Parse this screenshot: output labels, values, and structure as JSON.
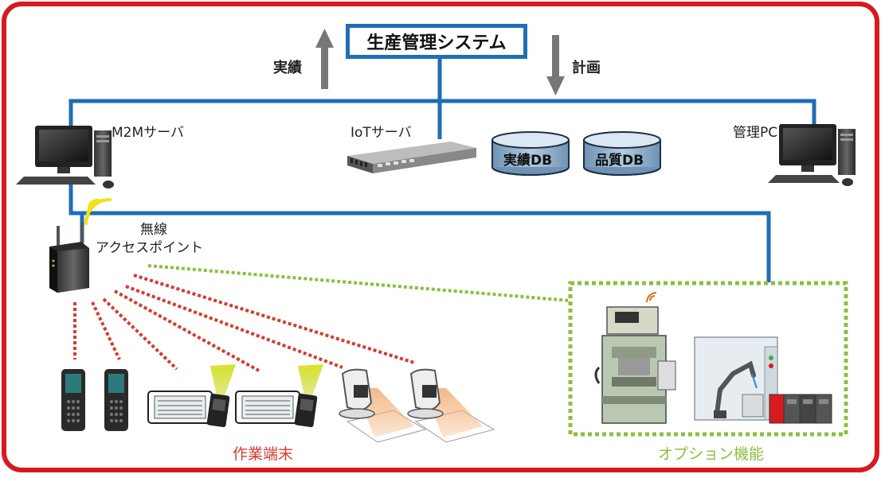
{
  "main_system": {
    "label": "生産管理システム"
  },
  "flows": {
    "up_label": "実績",
    "down_label": "計画"
  },
  "servers": {
    "m2m": "M2Mサーバ",
    "iot": "IoTサーバ",
    "admin_pc": "管理PC"
  },
  "databases": [
    {
      "label": "実績DB"
    },
    {
      "label": "品質DB"
    }
  ],
  "wireless_ap": {
    "line1": "無線",
    "line2": "アクセスポイント"
  },
  "categories": {
    "terminals": "作業端末",
    "options": "オプション機能"
  },
  "colors": {
    "frame": "#d71920",
    "network_line": "#1f6eb6",
    "wireless_red": "#d63b2f",
    "wireless_green": "#8cbf3f",
    "arrow_gray": "#777777"
  },
  "icons": [
    "desktop-pc-icon",
    "rack-server-icon",
    "database-icon",
    "wifi-router-icon",
    "handheld-scanner-icon",
    "tablet-scanner-icon",
    "barcode-scanner-icon",
    "press-machine-icon",
    "robot-cell-icon",
    "plc-unit-icon"
  ]
}
